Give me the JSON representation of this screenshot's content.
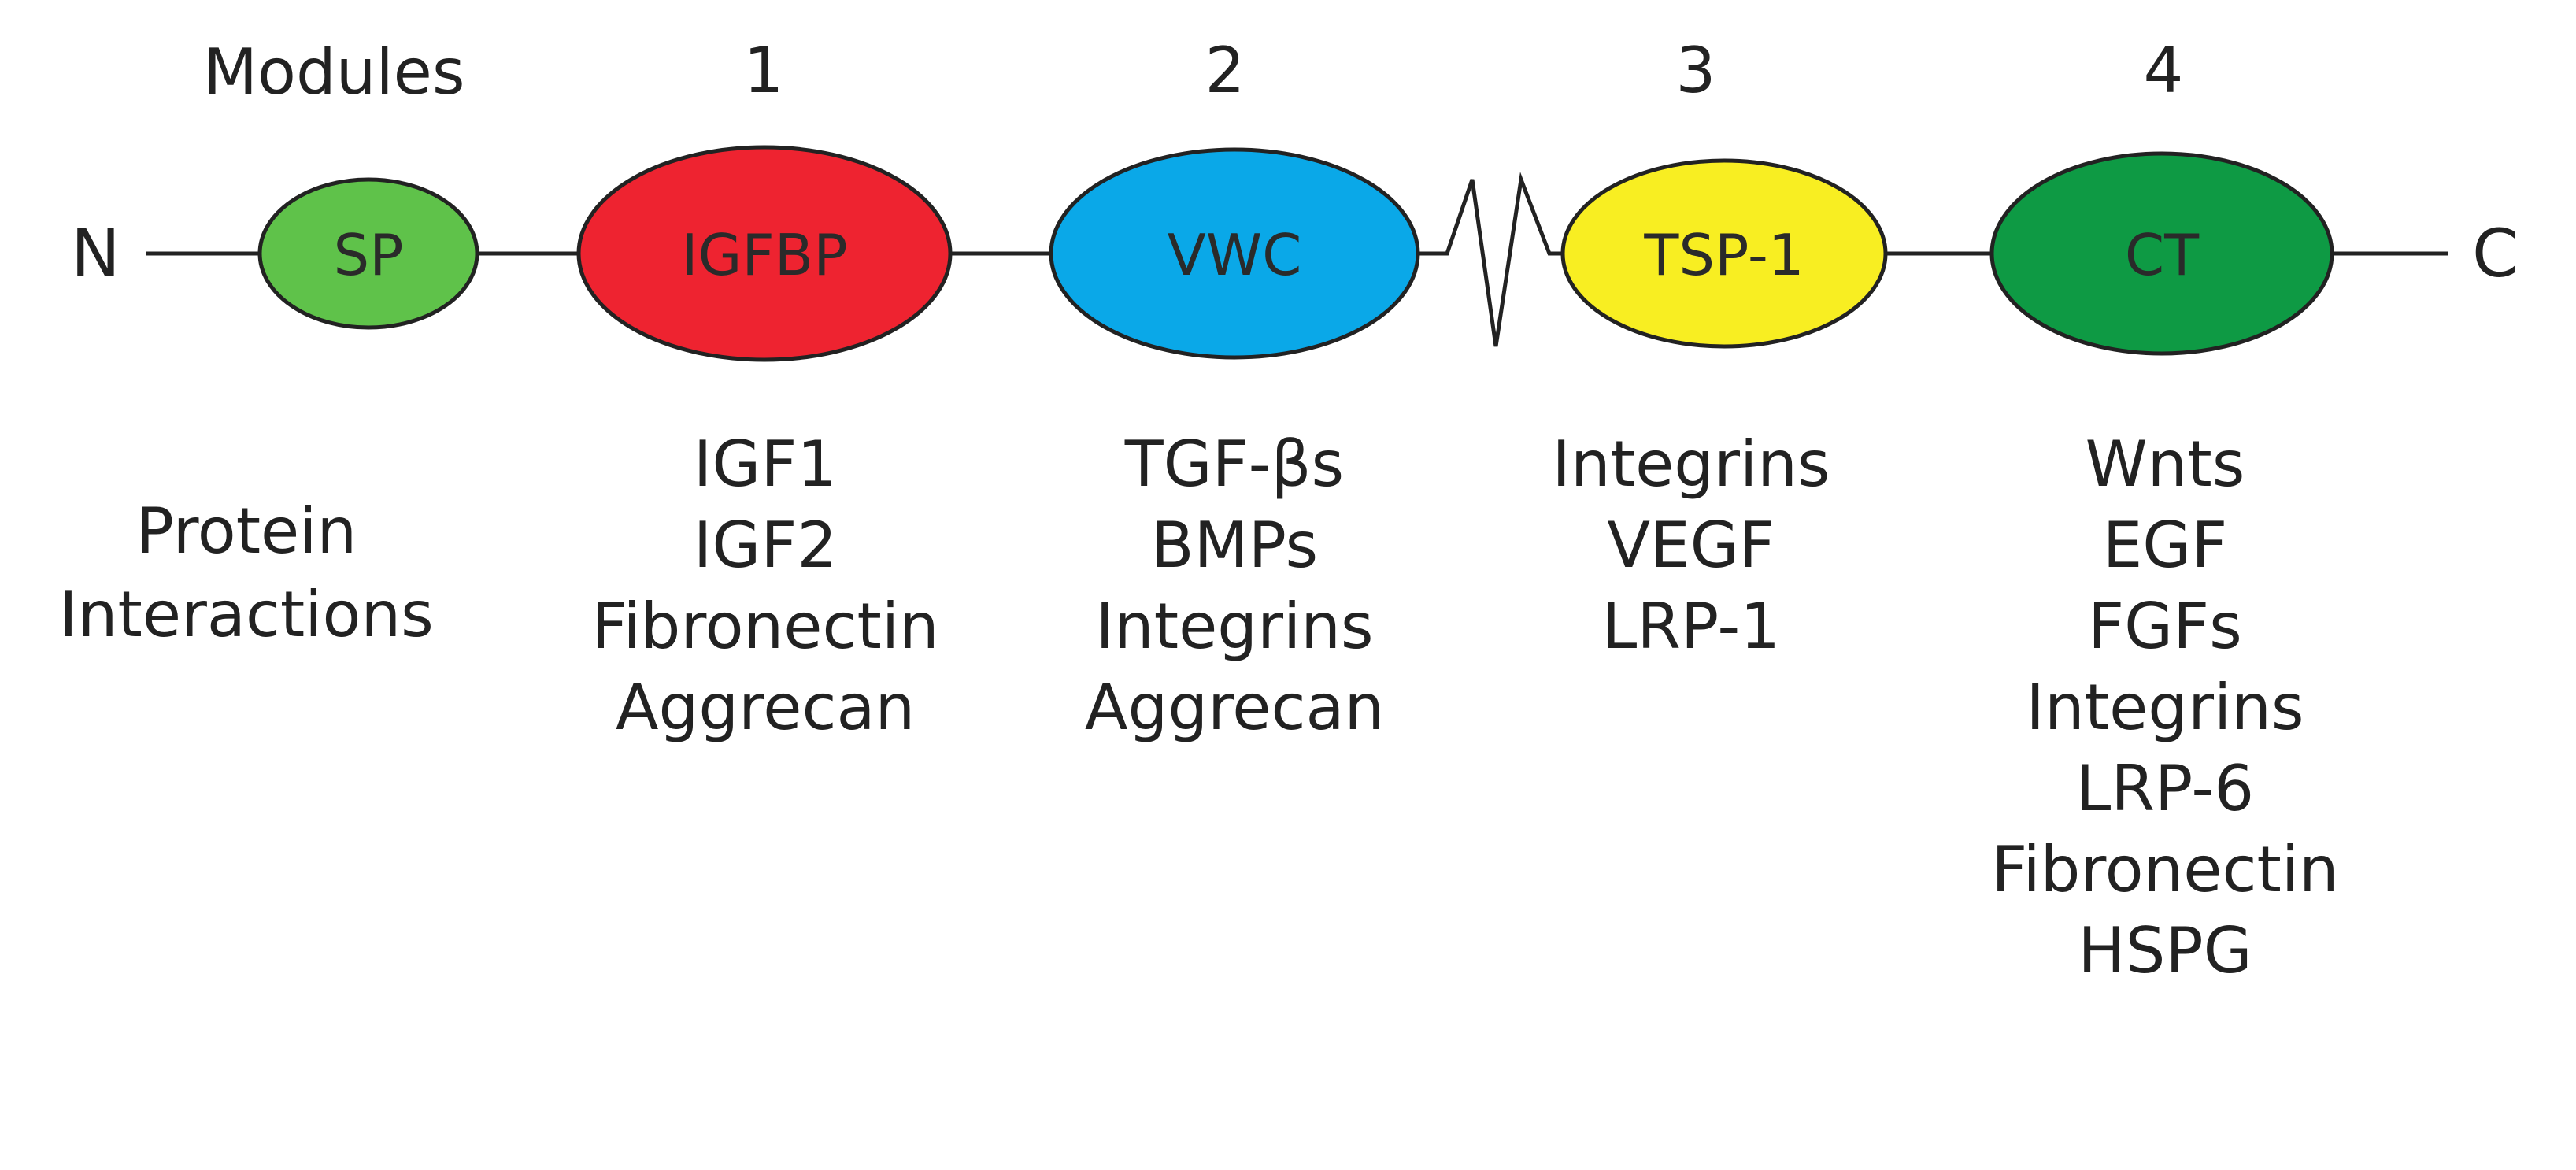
{
  "header": {
    "modules_label": "Modules",
    "interactions_label_line1": "Protein",
    "interactions_label_line2": "Interactions"
  },
  "termini": {
    "n": "N",
    "c": "C"
  },
  "domains": [
    {
      "key": "sp",
      "label": "SP",
      "color": "#5fc24a"
    },
    {
      "key": "igfbp",
      "label": "IGFBP",
      "color": "#ee2330"
    },
    {
      "key": "vwc",
      "label": "VWC",
      "color": "#0aa8e8"
    },
    {
      "key": "tsp1",
      "label": "TSP-1",
      "color": "#f8ee22"
    },
    {
      "key": "ct",
      "label": "CT",
      "color": "#0e9a44"
    }
  ],
  "modules": [
    {
      "number": "1",
      "interactions": [
        "IGF1",
        "IGF2",
        "Fibronectin",
        "Aggrecan"
      ]
    },
    {
      "number": "2",
      "interactions": [
        "TGF-βs",
        "BMPs",
        "Integrins",
        "Aggrecan"
      ]
    },
    {
      "number": "3",
      "interactions": [
        "Integrins",
        "VEGF",
        "LRP-1"
      ]
    },
    {
      "number": "4",
      "interactions": [
        "Wnts",
        "EGF",
        "FGFs",
        "Integrins",
        "LRP-6",
        "Fibronectin",
        "HSPG"
      ]
    }
  ],
  "colors": {
    "backbone": "#222222",
    "outline": "#222222"
  }
}
